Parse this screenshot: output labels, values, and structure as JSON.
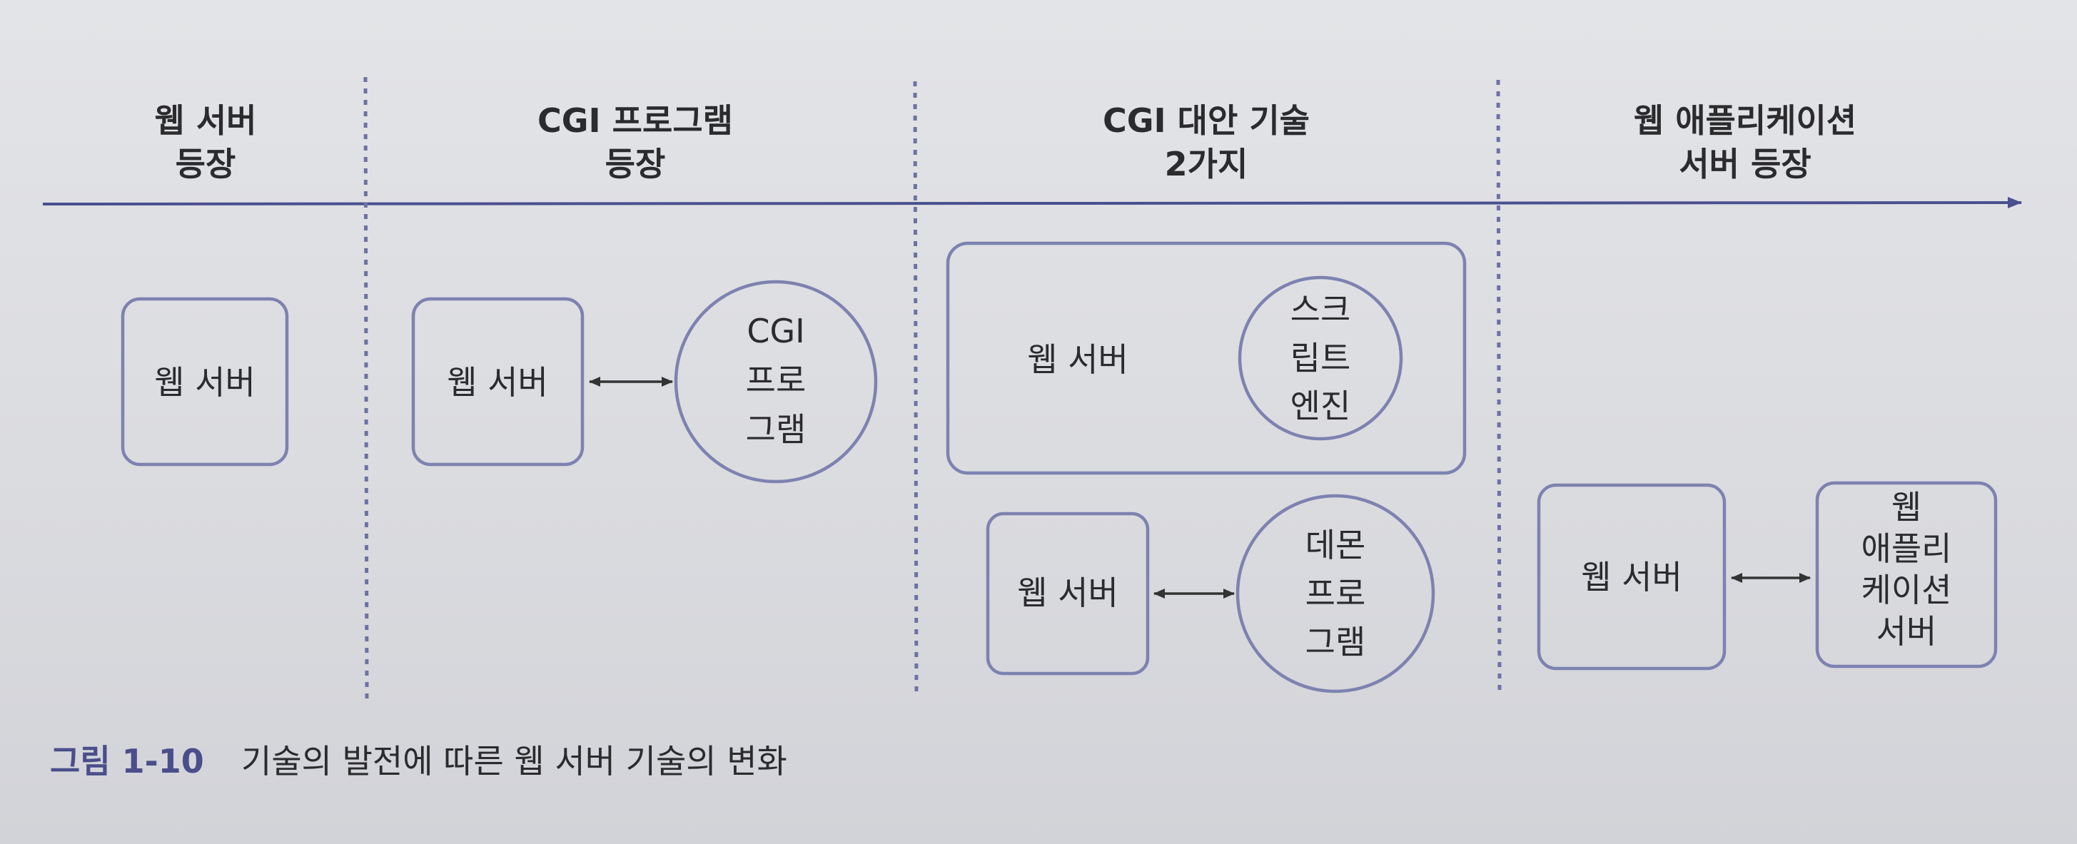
{
  "timeline": {
    "headers": [
      {
        "line1": "웹 서버",
        "line2": "등장"
      },
      {
        "line1": "CGI 프로그램",
        "line2": "등장"
      },
      {
        "line1": "CGI 대안 기술",
        "line2": "2가지"
      },
      {
        "line1": "웹 애플리케이션",
        "line2": "서버 등장"
      }
    ]
  },
  "stage1": {
    "web_server": "웹 서버"
  },
  "stage2": {
    "web_server": "웹 서버",
    "program": [
      "CGI",
      "프로",
      "그램"
    ]
  },
  "stage3": {
    "combined_web_server": "웹 서버",
    "script_engine": [
      "스크",
      "립트",
      "엔진"
    ],
    "web_server": "웹 서버",
    "daemon": [
      "데몬",
      "프로",
      "그램"
    ]
  },
  "stage4": {
    "web_server": "웹 서버",
    "was": [
      "웹",
      "애플리",
      "케이션",
      "서버"
    ]
  },
  "caption": {
    "number": "그림 1-10",
    "text": "기술의 발전에 따른 웹 서버 기술의 변화"
  }
}
